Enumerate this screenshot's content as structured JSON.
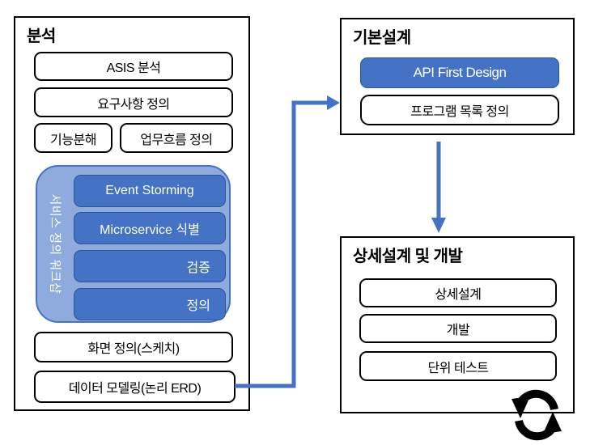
{
  "colors": {
    "accent_blue": "#4472C4",
    "light_blue": "#8FAADC",
    "step_border": "#2E5597",
    "outline_black": "#000000",
    "white_text": "#FFFFFF"
  },
  "analysis": {
    "title": "분석",
    "asis": "ASIS 분석",
    "requirements": "요구사항 정의",
    "func_decomp": "기능분해",
    "workflow": "업무흐름 정의",
    "workshop": {
      "label": "서비스 정의 워크샵",
      "steps": [
        "Event Storming",
        "Microservice 식별",
        "검증",
        "정의"
      ]
    },
    "screen_def": "화면 정의(스케치)",
    "data_modeling": "데이터 모델링(논리 ERD)"
  },
  "basic_design": {
    "title": "기본설계",
    "api_first": "API First Design",
    "program_list": "프로그램 목록 정의"
  },
  "detail_dev": {
    "title": "상세설계 및 개발",
    "items": [
      "상세설계",
      "개발",
      "단위 테스트"
    ]
  },
  "icons": {
    "cycle": "iteration-cycle-icon"
  }
}
